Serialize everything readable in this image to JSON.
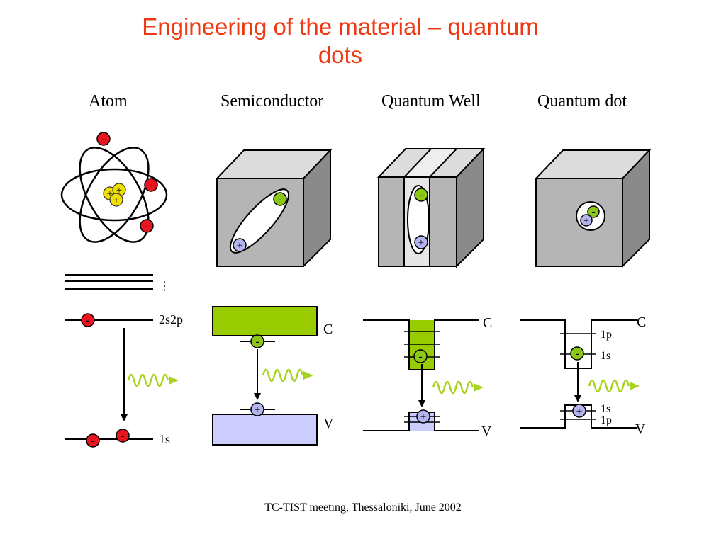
{
  "title": {
    "line1": "Engineering of the material – quantum",
    "line2": "dots"
  },
  "columns": {
    "atom": "Atom",
    "semiconductor": "Semiconductor",
    "quantum_well": "Quantum Well",
    "quantum_dot": "Quantum dot"
  },
  "atom_levels": {
    "upper": "2s2p",
    "dots": "⋮",
    "lower": "1s"
  },
  "semiconductor_bands": {
    "conduction": "C",
    "valence": "V"
  },
  "well_bands": {
    "conduction": "C",
    "valence": "V"
  },
  "dot_levels": {
    "conduction": "C",
    "valence": "V",
    "c1p": "1p",
    "c1s": "1s",
    "v1s": "1s",
    "v1p": "1p"
  },
  "signs": {
    "minus": "-",
    "plus": "+"
  },
  "footer": "TC-TIST meeting, Thessaloniki, June 2002",
  "colors": {
    "title": "#ee3a12",
    "electron_atom": "#e8141e",
    "electron_solid": "#8ac718",
    "hole": "#b4b4ee",
    "nucleus": "#f0e000",
    "photon": "#a8d420",
    "conduction_band": "#99cc00",
    "valence_band": "#ccccff",
    "cube_front": "#b5b5b5",
    "cube_top": "#dcdcdc",
    "cube_side": "#8a8a8a"
  }
}
